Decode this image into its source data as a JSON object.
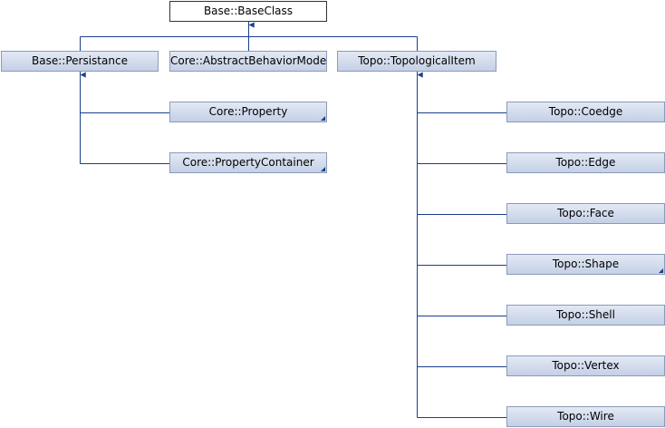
{
  "diagram": {
    "nodes": {
      "base_baseclass": "Base::BaseClass",
      "base_persistance": "Base::Persistance",
      "core_abstract_behavior_mode": "Core::AbstractBehaviorMode",
      "topo_topological_item": "Topo::TopologicalItem",
      "core_property": "Core::Property",
      "core_property_container": "Core::PropertyContainer",
      "topo_coedge": "Topo::Coedge",
      "topo_edge": "Topo::Edge",
      "topo_face": "Topo::Face",
      "topo_shape": "Topo::Shape",
      "topo_shell": "Topo::Shell",
      "topo_vertex": "Topo::Vertex",
      "topo_wire": "Topo::Wire"
    },
    "edge_color": "#1a3f8c",
    "node_fill": "#c4d0e6",
    "node_border": "#8a9bb8"
  }
}
